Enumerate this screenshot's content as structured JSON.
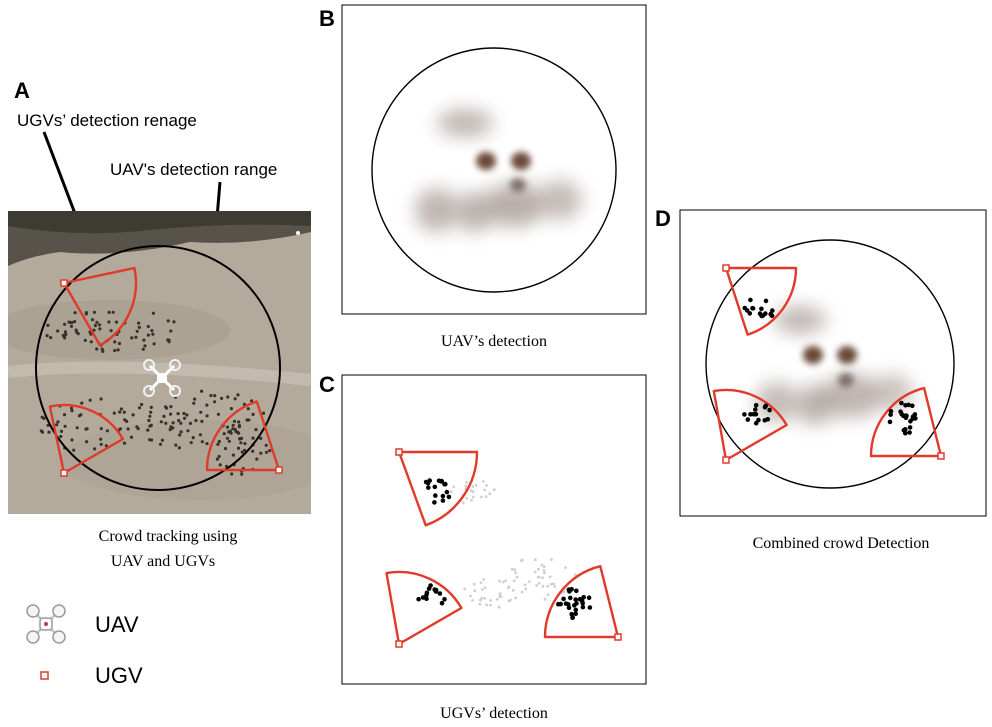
{
  "panels": {
    "a": {
      "letter": "A",
      "annotation_ugv_range": "UGVs’ detection renage",
      "annotation_uav_range": "UAV's detection range",
      "caption_line1": "Crowd tracking using",
      "caption_line2": "UAV and UGVs"
    },
    "b": {
      "letter": "B",
      "caption": "UAV’s detection"
    },
    "c": {
      "letter": "C",
      "caption": "UGVs’ detection"
    },
    "d": {
      "letter": "D",
      "caption": "Combined crowd Detection"
    }
  },
  "legend": {
    "uav_label": "UAV",
    "ugv_label": "UGV",
    "uav_icon": "drone-icon",
    "ugv_icon": "red-square-icon"
  },
  "colors": {
    "sector": "#e03a2a",
    "outline": "#000000",
    "blob_dark": "#5a3524",
    "blob_light": "#8c7b72",
    "ground": "#b3aa9c"
  }
}
